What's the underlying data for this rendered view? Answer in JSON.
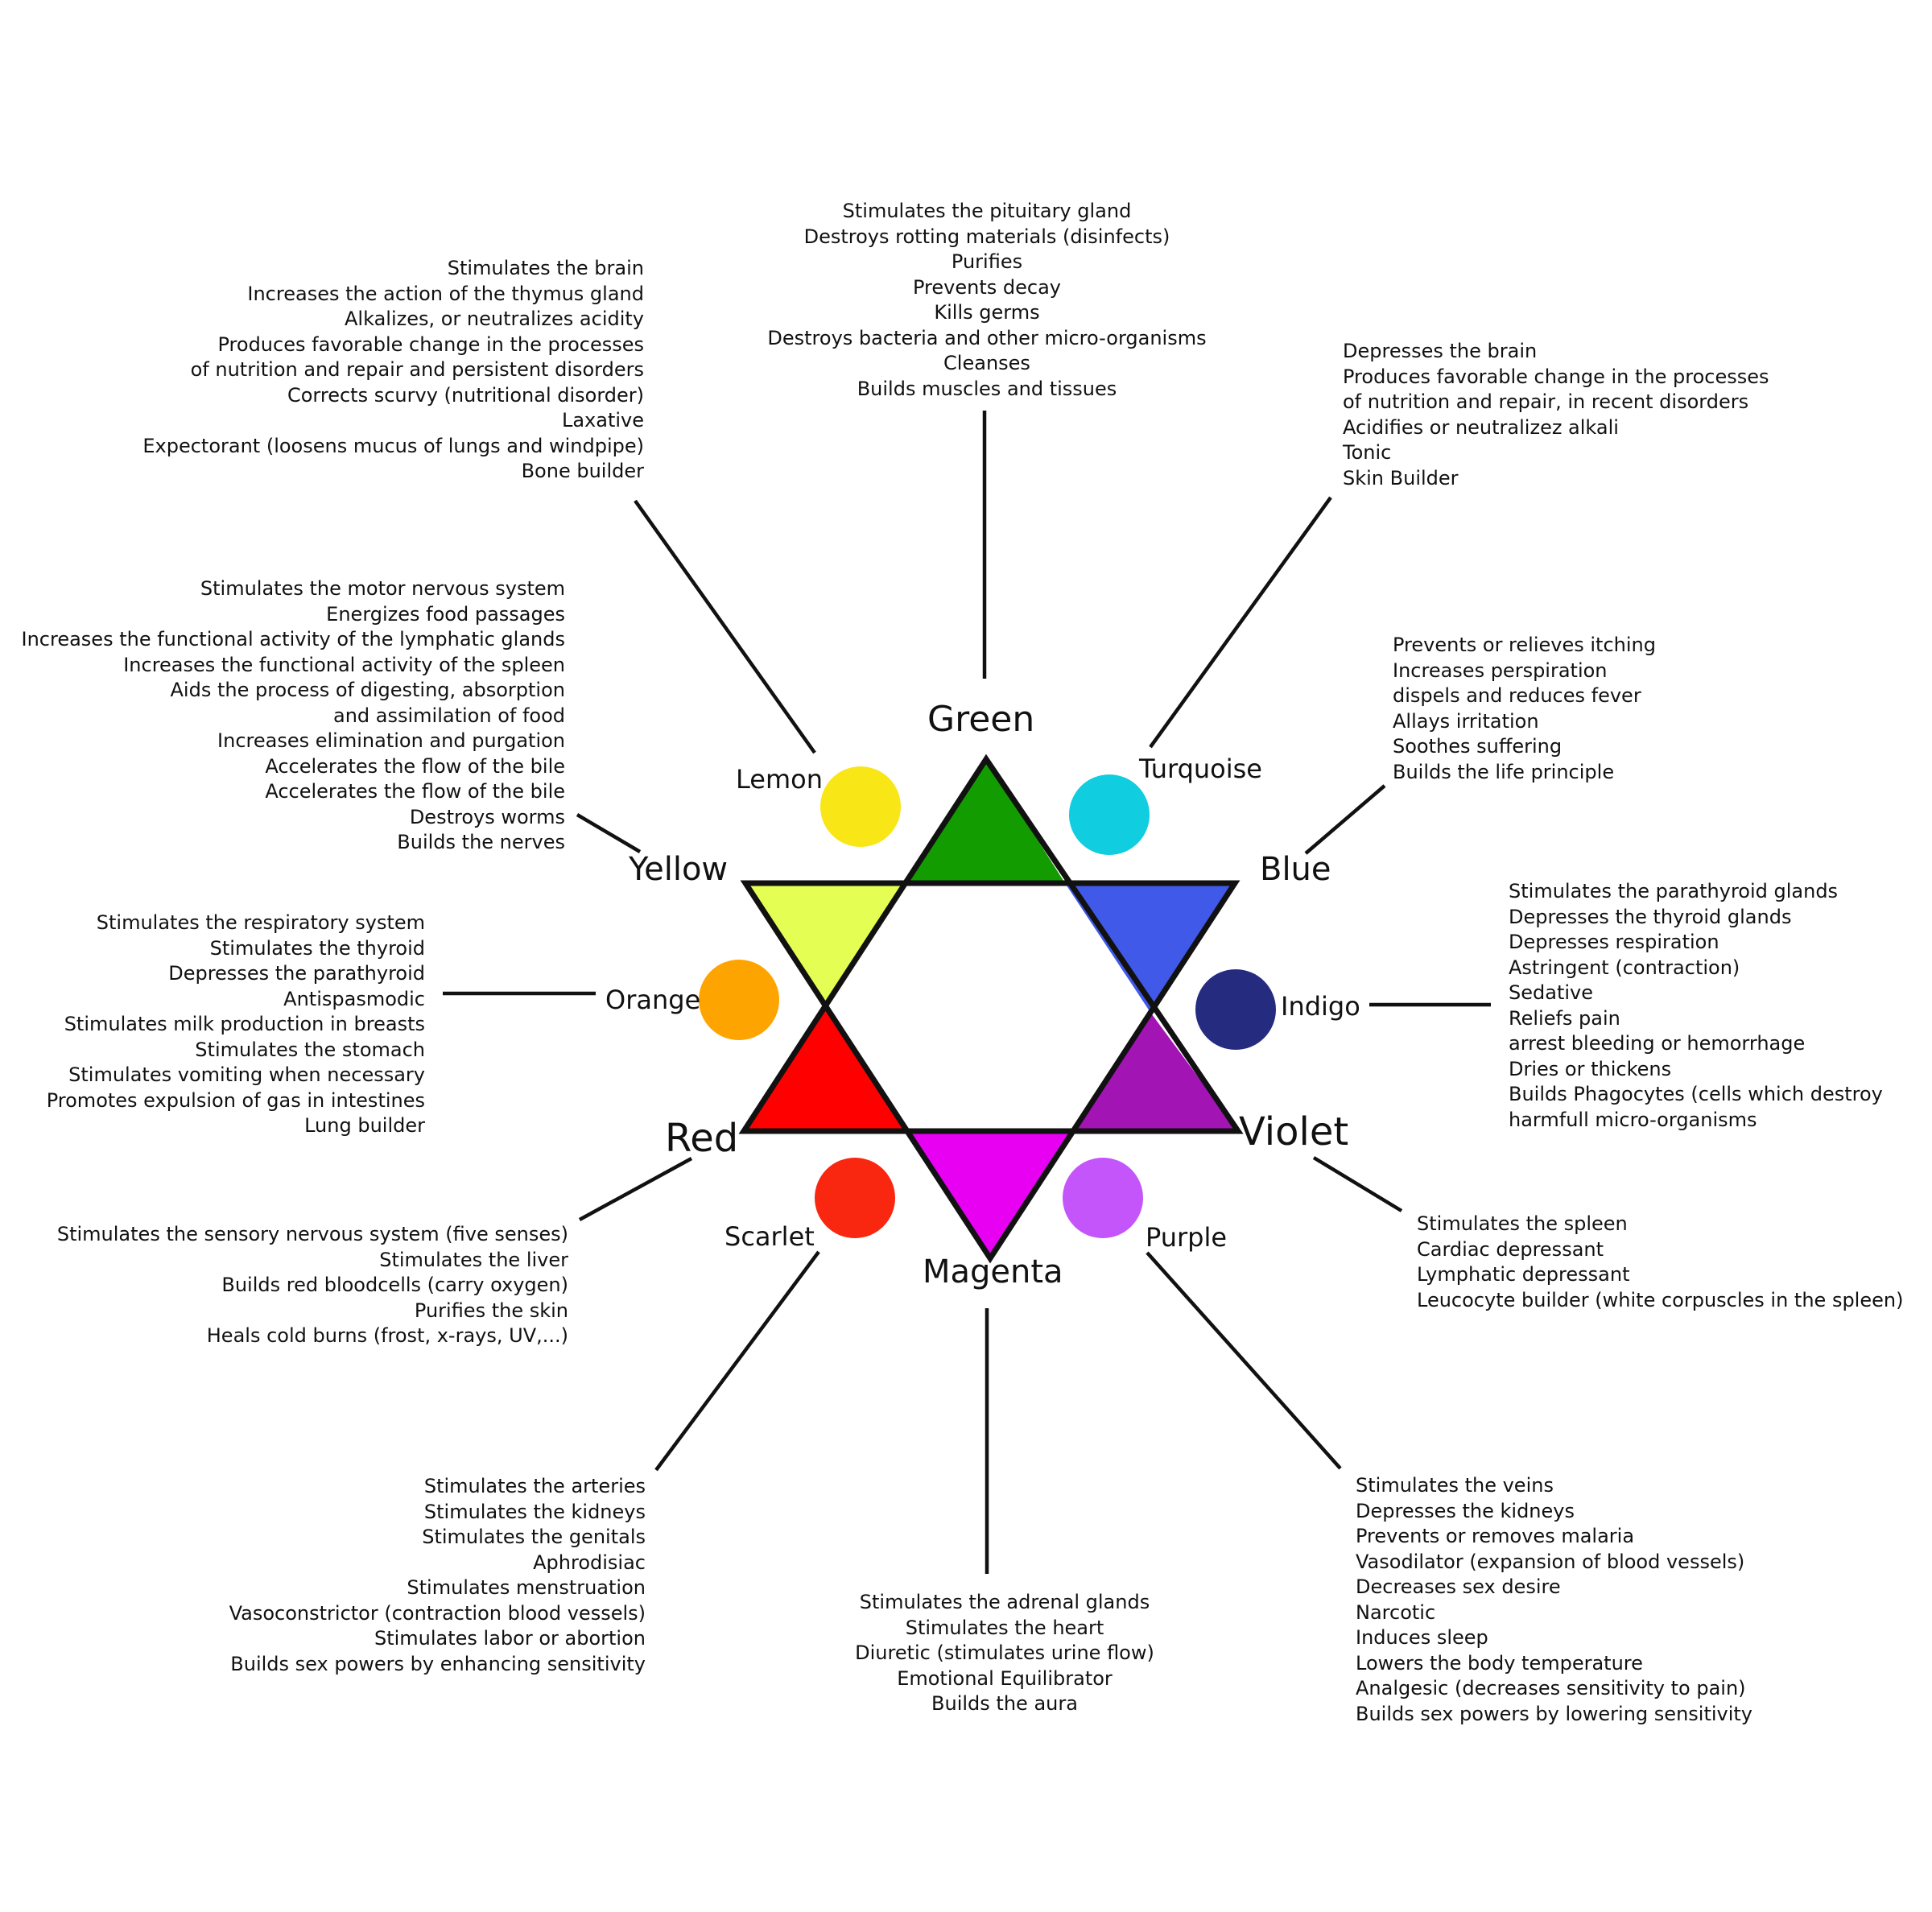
{
  "colors": {
    "green": "#139c00",
    "yellow": "#e5fe54",
    "blue": "#4159e8",
    "red": "#ff0000",
    "magenta": "#e800f2",
    "violet": "#a314b5",
    "lemon": "#f8e617",
    "turquoise": "#10cde0",
    "orange": "#fea400",
    "indigo": "#252c80",
    "scarlet": "#f92610",
    "purple": "#c455fa",
    "outline": "#111111"
  },
  "labels": {
    "green": "Green",
    "yellow": "Yellow",
    "blue": "Blue",
    "red": "Red",
    "violet": "Violet",
    "magenta": "Magenta",
    "lemon": "Lemon",
    "turquoise": "Turquoise",
    "orange": "Orange",
    "indigo": "Indigo",
    "scarlet": "Scarlet",
    "purple": "Purple"
  },
  "descriptions": {
    "green": [
      "Stimulates the pituitary gland",
      "Destroys rotting materials (disinfects)",
      "Purifies",
      "Prevents decay",
      "Kills germs",
      "Destroys bacteria and other micro-organisms",
      "Cleanses",
      "Builds muscles and tissues"
    ],
    "lemon": [
      "Stimulates the brain",
      "Increases the action of the thymus gland",
      "Alkalizes, or neutralizes acidity",
      "Produces favorable change in the processes",
      "of nutrition and repair and persistent disorders",
      "Corrects scurvy (nutritional disorder)",
      "Laxative",
      "Expectorant (loosens mucus of lungs and windpipe)",
      "Bone builder"
    ],
    "turquoise": [
      "Depresses the brain",
      "Produces favorable change in the processes",
      "of nutrition and repair, in recent disorders",
      "Acidifies or neutralizez alkali",
      "Tonic",
      "Skin Builder"
    ],
    "yellow": [
      "Stimulates the motor nervous system",
      "Energizes food passages",
      "Increases the functional activity of the lymphatic glands",
      "Increases the functional activity of the spleen",
      "Aids the process of digesting, absorption",
      "and assimilation of food",
      "Increases elimination and purgation",
      "Accelerates the flow of the bile",
      "Accelerates the flow of the bile",
      "Destroys worms",
      "Builds the nerves"
    ],
    "blue": [
      "Prevents or relieves itching",
      "Increases perspiration",
      "dispels and reduces fever",
      "Allays irritation",
      "Soothes suffering",
      "Builds the life principle"
    ],
    "orange": [
      "Stimulates the respiratory system",
      "Stimulates the thyroid",
      "Depresses the parathyroid",
      "Antispasmodic",
      "Stimulates milk production in breasts",
      "Stimulates the stomach",
      "Stimulates vomiting when necessary",
      "Promotes expulsion of gas in intestines",
      "Lung builder"
    ],
    "indigo": [
      "Stimulates the parathyroid glands",
      "Depresses the thyroid glands",
      "Depresses respiration",
      "Astringent (contraction)",
      "Sedative",
      "Reliefs pain",
      "arrest bleeding or hemorrhage",
      "Dries or thickens",
      "Builds Phagocytes (cells which destroy",
      "harmfull micro-organisms"
    ],
    "red": [
      "Stimulates the sensory nervous system (five senses)",
      "Stimulates the liver",
      "Builds red bloodcells (carry oxygen)",
      "Purifies the skin",
      "Heals cold burns (frost, x-rays, UV,...)"
    ],
    "violet": [
      "Stimulates the spleen",
      "Cardiac depressant",
      "Lymphatic depressant",
      "Leucocyte builder (white corpuscles in the spleen)"
    ],
    "scarlet": [
      "Stimulates the arteries",
      "Stimulates the kidneys",
      "Stimulates the genitals",
      "Aphrodisiac",
      "Stimulates menstruation",
      "Vasoconstrictor (contraction blood vessels)",
      "Stimulates labor or abortion",
      "Builds sex powers by enhancing sensitivity"
    ],
    "magenta": [
      "Stimulates the adrenal glands",
      "Stimulates the heart",
      "Diuretic (stimulates urine flow)",
      "Emotional Equilibrator",
      "Builds the aura"
    ],
    "purple": [
      "Stimulates the veins",
      "Depresses the kidneys",
      "Prevents or removes malaria",
      "Vasodilator (expansion of blood vessels)",
      "Decreases sex desire",
      "Narcotic",
      "Induces sleep",
      "Lowers the body temperature",
      "Analgesic (decreases sensitivity to pain)",
      "Builds sex powers by lowering sensitivity"
    ]
  }
}
